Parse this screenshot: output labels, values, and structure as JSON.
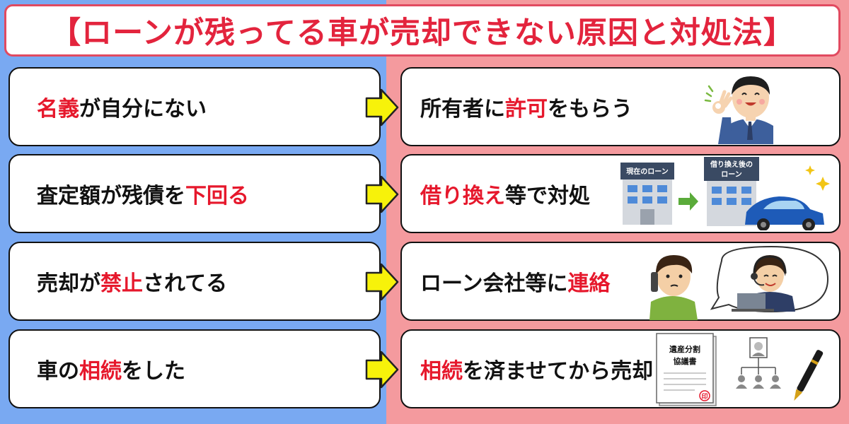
{
  "title": "【ローンが残ってる車が売却できない原因と対処法】",
  "rows": [
    {
      "cause": [
        {
          "t": "名義",
          "hl": true
        },
        {
          "t": "が自分にない",
          "hl": false
        }
      ],
      "solution": [
        {
          "t": "所有者に",
          "hl": false
        },
        {
          "t": "許可",
          "hl": true
        },
        {
          "t": "をもらう",
          "hl": false
        }
      ]
    },
    {
      "cause": [
        {
          "t": "査定額が残債を",
          "hl": false
        },
        {
          "t": "下回る",
          "hl": true
        }
      ],
      "solution": [
        {
          "t": "借り換え",
          "hl": true
        },
        {
          "t": "等で対処",
          "hl": false
        }
      ],
      "illustration": {
        "sign_current": "現在のローン",
        "sign_after_1": "借り換え後の",
        "sign_after_2": "ローン"
      }
    },
    {
      "cause": [
        {
          "t": "売却が",
          "hl": false
        },
        {
          "t": "禁止",
          "hl": true
        },
        {
          "t": "されてる",
          "hl": false
        }
      ],
      "solution": [
        {
          "t": "ローン会社等に",
          "hl": false
        },
        {
          "t": "連絡",
          "hl": true
        }
      ]
    },
    {
      "cause": [
        {
          "t": "車の",
          "hl": false
        },
        {
          "t": "相続",
          "hl": true
        },
        {
          "t": "をした",
          "hl": false
        }
      ],
      "solution": [
        {
          "t": "相続",
          "hl": true
        },
        {
          "t": "を済ませてから売却",
          "hl": false
        }
      ],
      "illustration": {
        "doc_line_1": "遺産分割",
        "doc_line_2": "協議書",
        "seal": "印"
      }
    }
  ],
  "colors": {
    "highlight": "#e6182c",
    "title": "#e3243d",
    "left_bg": "#79a9f2",
    "right_bg": "#f49a9e",
    "arrow": "#f7f20a"
  }
}
